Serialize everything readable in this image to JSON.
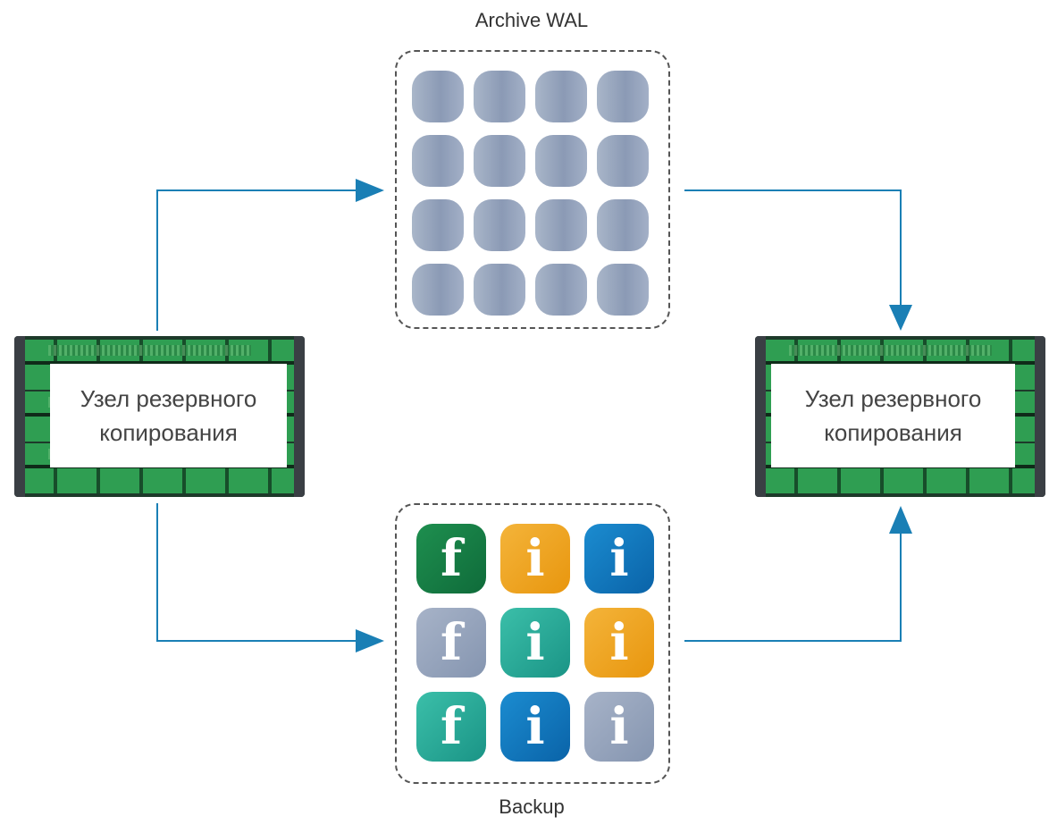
{
  "archive": {
    "title": "Archive WAL",
    "tile_count": 16
  },
  "backup": {
    "title": "Backup",
    "icons": [
      {
        "glyph": "f",
        "color": "green"
      },
      {
        "glyph": "i",
        "color": "orange"
      },
      {
        "glyph": "i",
        "color": "blue"
      },
      {
        "glyph": "f",
        "color": "grey"
      },
      {
        "glyph": "i",
        "color": "teal"
      },
      {
        "glyph": "i",
        "color": "orange"
      },
      {
        "glyph": "f",
        "color": "teal"
      },
      {
        "glyph": "i",
        "color": "blue"
      },
      {
        "glyph": "i",
        "color": "grey"
      }
    ]
  },
  "nodes": {
    "left": {
      "line1": "Узел резервного",
      "line2": "копирования"
    },
    "right": {
      "line1": "Узел резервного",
      "line2": "копирования"
    }
  },
  "colors": {
    "arrow": "#1a7fb5",
    "green": "#1e8f4f",
    "orange": "#f0a823",
    "blue": "#0f78c0",
    "grey": "#96a4bd",
    "teal": "#2aab98"
  }
}
